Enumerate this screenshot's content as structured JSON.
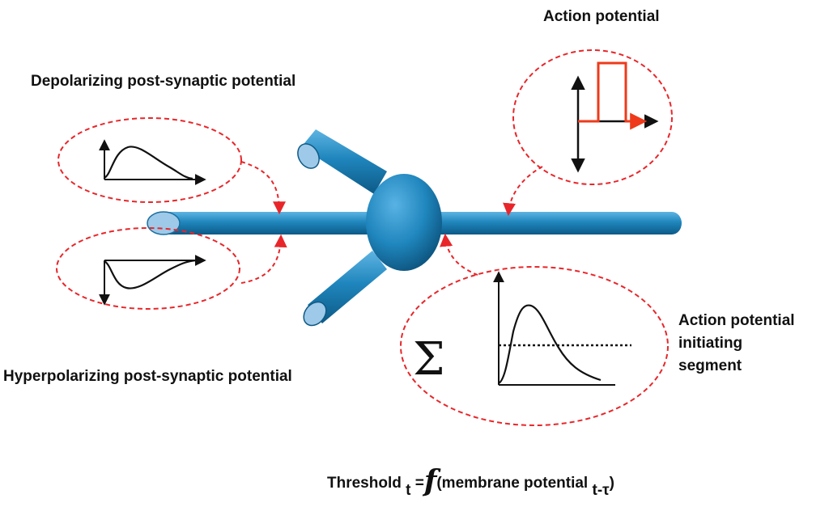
{
  "labels": {
    "action_potential": "Action potential",
    "depolarizing": "Depolarizing post-synaptic potential",
    "hyperpolarizing": "Hyperpolarizing post-synaptic potential",
    "initiating_segment": [
      "Action potential",
      "initiating",
      "segment"
    ]
  },
  "formula": {
    "lhs": "Threshold",
    "lhs_sub": "t",
    "equals": "=",
    "func": "f",
    "arg": "(membrane potential",
    "arg_sub": "t-τ",
    "close": ")"
  },
  "summation_symbol": "Σ",
  "colors": {
    "neuron": "#1f86bd",
    "neuron_dark": "#0d5a86",
    "neuron_tip": "#9fc9e8",
    "dashed": "#e8262a",
    "action_potential_trace": "#ee3a1a",
    "axes": "#111111"
  }
}
